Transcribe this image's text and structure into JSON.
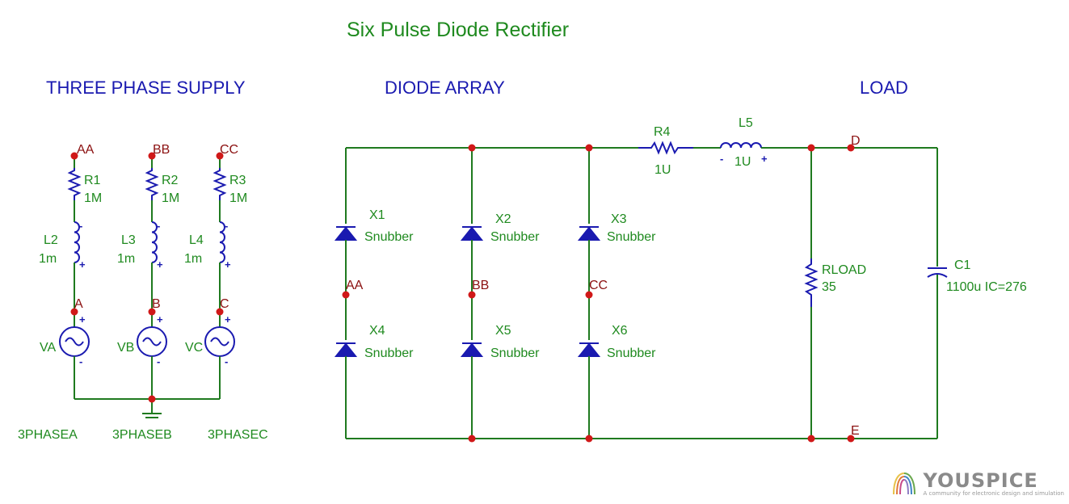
{
  "title": "Six Pulse Diode Rectifier",
  "sections": {
    "supply": "THREE PHASE SUPPLY",
    "diodes": "DIODE ARRAY",
    "load": "LOAD"
  },
  "supply": {
    "nodes_top": [
      "AA",
      "BB",
      "CC"
    ],
    "resistors": [
      {
        "ref": "R1",
        "value": "1M"
      },
      {
        "ref": "R2",
        "value": "1M"
      },
      {
        "ref": "R3",
        "value": "1M"
      }
    ],
    "inductors": [
      {
        "ref": "L2",
        "value": "1m"
      },
      {
        "ref": "L3",
        "value": "1m"
      },
      {
        "ref": "L4",
        "value": "1m"
      }
    ],
    "nodes_mid": [
      "A",
      "B",
      "C"
    ],
    "sources": [
      "VA",
      "VB",
      "VC"
    ],
    "phase_labels": [
      "3PHASEA",
      "3PHASEB",
      "3PHASEC"
    ]
  },
  "diode_array": {
    "diodes": [
      {
        "ref": "X1",
        "model": "Snubber"
      },
      {
        "ref": "X2",
        "model": "Snubber"
      },
      {
        "ref": "X3",
        "model": "Snubber"
      },
      {
        "ref": "X4",
        "model": "Snubber"
      },
      {
        "ref": "X5",
        "model": "Snubber"
      },
      {
        "ref": "X6",
        "model": "Snubber"
      }
    ],
    "nodes": [
      "AA",
      "BB",
      "CC"
    ]
  },
  "filter": {
    "resistor": {
      "ref": "R4",
      "value": "1U"
    },
    "inductor": {
      "ref": "L5",
      "value": "1U"
    }
  },
  "load": {
    "resistor": {
      "ref": "RLOAD",
      "value": "35"
    },
    "capacitor": {
      "ref": "C1",
      "value": "1100u IC=276"
    },
    "node_top": "D",
    "node_bottom": "E"
  },
  "polarity": {
    "plus": "+",
    "minus": "-"
  },
  "logo": {
    "name": "YOUSPICE",
    "tagline": "A community for electronic design and simulation"
  },
  "colors": {
    "wire": "#1f7a1f",
    "component": "#1a1ab0",
    "node_dot": "#d01818",
    "text_green": "#1f8a1f",
    "text_blue": "#1a1ab0",
    "node_label": "#8b1010"
  }
}
